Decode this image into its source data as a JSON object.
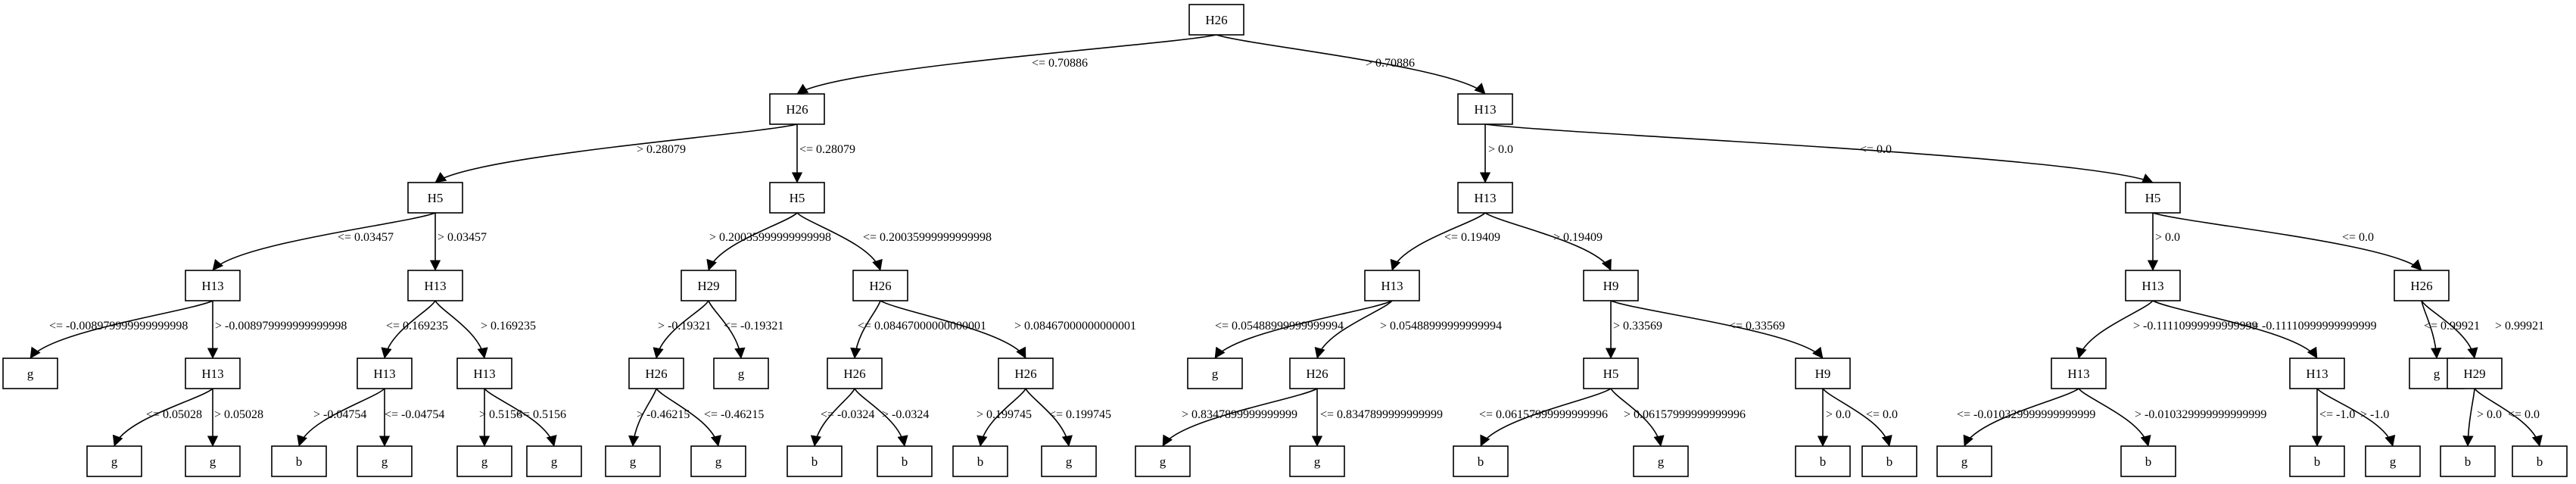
{
  "diagram": {
    "type": "decision-tree",
    "nodes": [
      {
        "id": "n0",
        "label": "H26"
      },
      {
        "id": "n1",
        "label": "H26"
      },
      {
        "id": "n2",
        "label": "H13"
      },
      {
        "id": "n3",
        "label": "H5"
      },
      {
        "id": "n4",
        "label": "H5"
      },
      {
        "id": "n5",
        "label": "H13"
      },
      {
        "id": "n6",
        "label": "H5"
      },
      {
        "id": "n7",
        "label": "H13"
      },
      {
        "id": "n8",
        "label": "H13"
      },
      {
        "id": "n9",
        "label": "H29"
      },
      {
        "id": "n10",
        "label": "H26"
      },
      {
        "id": "n11",
        "label": "H13"
      },
      {
        "id": "n12",
        "label": "H9"
      },
      {
        "id": "n13",
        "label": "H13"
      },
      {
        "id": "n14",
        "label": "H26"
      },
      {
        "id": "n15",
        "label": "g"
      },
      {
        "id": "n16",
        "label": "H13"
      },
      {
        "id": "n17",
        "label": "H13"
      },
      {
        "id": "n18",
        "label": "H13"
      },
      {
        "id": "n19",
        "label": "H26"
      },
      {
        "id": "n20",
        "label": "g"
      },
      {
        "id": "n21",
        "label": "H26"
      },
      {
        "id": "n22",
        "label": "H26"
      },
      {
        "id": "n23",
        "label": "g"
      },
      {
        "id": "n24",
        "label": "H26"
      },
      {
        "id": "n25",
        "label": "H5"
      },
      {
        "id": "n26",
        "label": "H9"
      },
      {
        "id": "n27",
        "label": "H13"
      },
      {
        "id": "n28",
        "label": "H13"
      },
      {
        "id": "n29",
        "label": "g"
      },
      {
        "id": "n30",
        "label": "H29"
      },
      {
        "id": "n31",
        "label": "g"
      },
      {
        "id": "n32",
        "label": "g"
      },
      {
        "id": "n33",
        "label": "b"
      },
      {
        "id": "n34",
        "label": "g"
      },
      {
        "id": "n35",
        "label": "g"
      },
      {
        "id": "n36",
        "label": "g"
      },
      {
        "id": "n37",
        "label": "g"
      },
      {
        "id": "n38",
        "label": "g"
      },
      {
        "id": "n39",
        "label": "b"
      },
      {
        "id": "n40",
        "label": "b"
      },
      {
        "id": "n41",
        "label": "b"
      },
      {
        "id": "n42",
        "label": "g"
      },
      {
        "id": "n43",
        "label": "g"
      },
      {
        "id": "n44",
        "label": "g"
      },
      {
        "id": "n45",
        "label": "b"
      },
      {
        "id": "n46",
        "label": "g"
      },
      {
        "id": "n47",
        "label": "b"
      },
      {
        "id": "n48",
        "label": "b"
      },
      {
        "id": "n49",
        "label": "g"
      },
      {
        "id": "n50",
        "label": "b"
      },
      {
        "id": "n51",
        "label": "b"
      },
      {
        "id": "n52",
        "label": "g"
      },
      {
        "id": "n53",
        "label": "b"
      },
      {
        "id": "n54",
        "label": "b"
      }
    ],
    "edges": [
      {
        "from": "n0",
        "to": "n1",
        "label": "<= 0.70886"
      },
      {
        "from": "n0",
        "to": "n2",
        "label": "> 0.70886"
      },
      {
        "from": "n1",
        "to": "n3",
        "label": "> 0.28079"
      },
      {
        "from": "n1",
        "to": "n4",
        "label": "<= 0.28079"
      },
      {
        "from": "n2",
        "to": "n5",
        "label": "> 0.0"
      },
      {
        "from": "n2",
        "to": "n6",
        "label": "<= 0.0"
      },
      {
        "from": "n3",
        "to": "n7",
        "label": "<= 0.03457"
      },
      {
        "from": "n3",
        "to": "n8",
        "label": "> 0.03457"
      },
      {
        "from": "n4",
        "to": "n9",
        "label": "> 0.20035999999999998"
      },
      {
        "from": "n4",
        "to": "n10",
        "label": "<= 0.20035999999999998"
      },
      {
        "from": "n5",
        "to": "n11",
        "label": "<= 0.19409"
      },
      {
        "from": "n5",
        "to": "n12",
        "label": "> 0.19409"
      },
      {
        "from": "n6",
        "to": "n13",
        "label": "> 0.0"
      },
      {
        "from": "n6",
        "to": "n14",
        "label": "<= 0.0"
      },
      {
        "from": "n7",
        "to": "n15",
        "label": "<= -0.008979999999999998"
      },
      {
        "from": "n7",
        "to": "n16",
        "label": "> -0.008979999999999998"
      },
      {
        "from": "n8",
        "to": "n17",
        "label": "<= 0.169235"
      },
      {
        "from": "n8",
        "to": "n18",
        "label": "> 0.169235"
      },
      {
        "from": "n9",
        "to": "n19",
        "label": "> -0.19321"
      },
      {
        "from": "n9",
        "to": "n20",
        "label": "<= -0.19321"
      },
      {
        "from": "n10",
        "to": "n21",
        "label": "<= 0.08467000000000001"
      },
      {
        "from": "n10",
        "to": "n22",
        "label": "> 0.08467000000000001"
      },
      {
        "from": "n11",
        "to": "n23",
        "label": "<= 0.05488999999999994"
      },
      {
        "from": "n11",
        "to": "n24",
        "label": "> 0.05488999999999994"
      },
      {
        "from": "n12",
        "to": "n25",
        "label": "> 0.33569"
      },
      {
        "from": "n12",
        "to": "n26",
        "label": "<= 0.33569"
      },
      {
        "from": "n13",
        "to": "n27",
        "label": "> -0.11110999999999999"
      },
      {
        "from": "n13",
        "to": "n28",
        "label": "<= -0.11110999999999999"
      },
      {
        "from": "n14",
        "to": "n29",
        "label": "<= 0.99921"
      },
      {
        "from": "n14",
        "to": "n30",
        "label": "> 0.99921"
      },
      {
        "from": "n16",
        "to": "n31",
        "label": "<= 0.05028"
      },
      {
        "from": "n16",
        "to": "n32",
        "label": "> 0.05028"
      },
      {
        "from": "n17",
        "to": "n33",
        "label": "> -0.04754"
      },
      {
        "from": "n17",
        "to": "n34",
        "label": "<= -0.04754"
      },
      {
        "from": "n18",
        "to": "n35",
        "label": "> 0.5156"
      },
      {
        "from": "n18",
        "to": "n36",
        "label": "<= 0.5156"
      },
      {
        "from": "n19",
        "to": "n37",
        "label": "> -0.46215"
      },
      {
        "from": "n19",
        "to": "n38",
        "label": "<= -0.46215"
      },
      {
        "from": "n21",
        "to": "n39",
        "label": "<= -0.0324"
      },
      {
        "from": "n21",
        "to": "n40",
        "label": "> -0.0324"
      },
      {
        "from": "n22",
        "to": "n41",
        "label": "> 0.199745"
      },
      {
        "from": "n22",
        "to": "n42",
        "label": "<= 0.199745"
      },
      {
        "from": "n24",
        "to": "n43",
        "label": "> 0.8347899999999999"
      },
      {
        "from": "n24",
        "to": "n44",
        "label": "<= 0.8347899999999999"
      },
      {
        "from": "n25",
        "to": "n45",
        "label": "<= 0.06157999999999996"
      },
      {
        "from": "n25",
        "to": "n46",
        "label": "> 0.06157999999999996"
      },
      {
        "from": "n26",
        "to": "n47",
        "label": "> 0.0"
      },
      {
        "from": "n26",
        "to": "n48",
        "label": "<= 0.0"
      },
      {
        "from": "n27",
        "to": "n49",
        "label": "<= -0.010329999999999999"
      },
      {
        "from": "n27",
        "to": "n50",
        "label": "> -0.010329999999999999"
      },
      {
        "from": "n28",
        "to": "n51",
        "label": "<= -1.0"
      },
      {
        "from": "n28",
        "to": "n52",
        "label": "> -1.0"
      },
      {
        "from": "n30",
        "to": "n53",
        "label": "> 0.0"
      },
      {
        "from": "n30",
        "to": "n54",
        "label": "<= 0.0"
      }
    ]
  }
}
